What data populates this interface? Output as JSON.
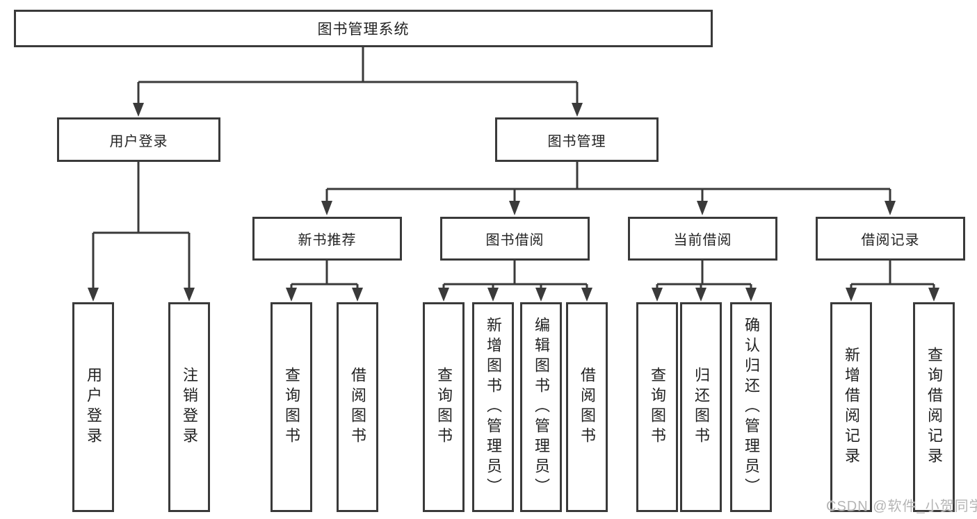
{
  "diagram": {
    "root": {
      "label": "图书管理系统"
    },
    "level1": [
      {
        "label": "用户登录"
      },
      {
        "label": "图书管理"
      }
    ],
    "level2": [
      {
        "label": "新书推荐"
      },
      {
        "label": "图书借阅"
      },
      {
        "label": "当前借阅"
      },
      {
        "label": "借阅记录"
      }
    ],
    "leaves": {
      "user_login": [
        "用户登录",
        "注销登录"
      ],
      "new_book_recommend": [
        "查询图书",
        "借阅图书"
      ],
      "book_borrowing": [
        "查询图书",
        "新增图书（管理员）",
        "编辑图书（管理员）",
        "借阅图书"
      ],
      "current_borrowing": [
        "查询图书",
        "归还图书",
        "确认归还（管理员）"
      ],
      "borrowing_records": [
        "新增借阅记录",
        "查询借阅记录"
      ]
    }
  },
  "watermark": {
    "text": "CSDN @软件_小贺同学"
  },
  "colors": {
    "line": "#3a3a3a",
    "text": "#222222",
    "watermark": "#b5b5b5",
    "background": "#ffffff"
  }
}
